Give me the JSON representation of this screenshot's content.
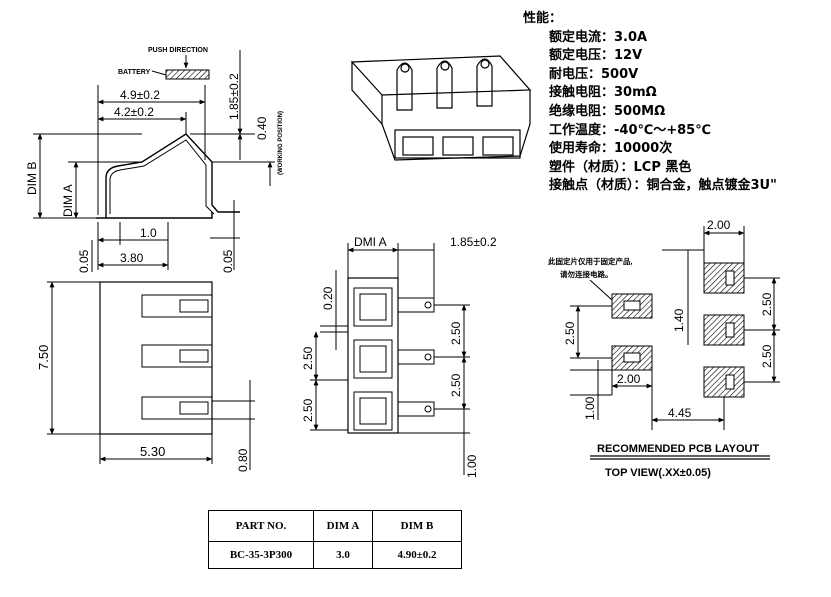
{
  "specs": {
    "heading": "性能：",
    "rows": [
      "额定电流：3.0A",
      "额定电压：12V",
      "耐电压：500V",
      "接触电阻：30mΩ",
      "绝缘电阻：500MΩ",
      "工作温度：-40℃～+85℃",
      "使用寿命：10000次",
      "塑件（材质）：LCP 黑色",
      "接触点（材质）：铜合金，触点镀金3U\""
    ]
  },
  "side_view": {
    "push_direction": "PUSH DIRECTION",
    "battery": "BATTERY",
    "working_position": "(WORKING POSITION)",
    "dim_49": "4.9±0.2",
    "dim_42": "4.2±0.2",
    "dim_185": "1.85±0.2",
    "dim_040": "0.40",
    "dim_b": "DIM B",
    "dim_a": "DIM A",
    "dim_10": "1.0",
    "dim_005_left": "0.05",
    "dim_380": "3.80",
    "dim_005_right": "0.05"
  },
  "top_view": {
    "dim_750": "7.50",
    "dim_530": "5.30",
    "dim_080": "0.80"
  },
  "front_view": {
    "dmi_a": "DMI A",
    "dim_185": "1.85±0.2",
    "dim_020": "0.20",
    "dim_250_a": "2.50",
    "dim_250_b": "2.50",
    "dim_250_c": "2.50",
    "dim_250_d": "2.50",
    "dim_100": "1.00"
  },
  "pcb_layout": {
    "note_line1": "此固定片仅用于固定产品,",
    "note_line2": "请勿连接电路。",
    "dim_200_top": "2.00",
    "dim_140": "1.40",
    "dim_250_r1": "2.50",
    "dim_250_r2": "2.50",
    "dim_250_left": "2.50",
    "dim_200_mid": "2.00",
    "dim_100": "1.00",
    "dim_445": "4.45",
    "title": "RECOMMENDED PCB LAYOUT",
    "subtitle": "TOP VIEW(.XX±0.05)"
  },
  "part_table": {
    "headers": [
      "PART NO.",
      "DIM A",
      "DIM B"
    ],
    "row": [
      "BC-35-3P300",
      "3.0",
      "4.90±0.2"
    ]
  }
}
